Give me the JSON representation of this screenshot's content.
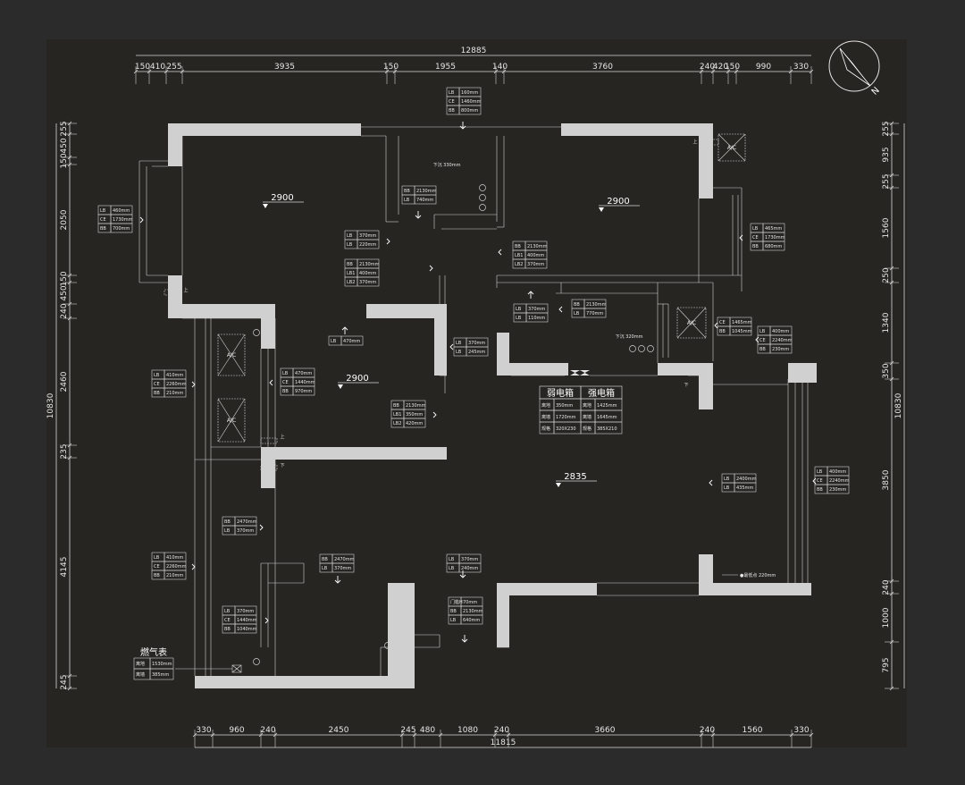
{
  "drawing": {
    "top_total": "12885",
    "top_segments": [
      "150",
      "410",
      "255",
      "3935",
      "150",
      "1955",
      "140",
      "3760",
      "240",
      "420",
      "150",
      "990",
      "330"
    ],
    "bottom_total": "11815",
    "bottom_segments": [
      "330",
      "960",
      "240",
      "2450",
      "245",
      "480",
      "1080",
      "240",
      "3660",
      "240",
      "1560",
      "330"
    ],
    "left_total": "10830",
    "left_segments": [
      "255",
      "450",
      "150",
      "2050",
      "150",
      "450",
      "240",
      "2460",
      "235",
      "4145",
      "245"
    ],
    "right_total": "10830",
    "right_segments": [
      "255",
      "935",
      "255",
      "1560",
      "250",
      "1340",
      "350",
      "3850",
      "240",
      "1000",
      "795"
    ],
    "compass_label": "N",
    "levels": [
      "2900",
      "2900",
      "2900",
      "2835"
    ],
    "notes": {
      "drop_kitchen": "下沉  330mm",
      "drop_bath": "下沉  320mm",
      "floor_point": "●最低点  220mm",
      "up": "上",
      "down": "下"
    },
    "ac_label": "A/C",
    "electric_table": {
      "weak_title": "弱电箱",
      "strong_title": "强电箱",
      "rows": [
        [
          "离地",
          "350mm",
          "离地",
          "1425mm"
        ],
        [
          "离墙",
          "1720mm",
          "离墙",
          "1645mm"
        ],
        [
          "规格",
          "320X230",
          "规格",
          "385X210"
        ]
      ]
    },
    "gas_meter": {
      "title": "燃气表",
      "rows": [
        [
          "离地",
          "1530mm"
        ],
        [
          "离墙",
          "385mm"
        ]
      ]
    },
    "tags": [
      {
        "rows": [
          [
            "LB",
            "160mm"
          ],
          [
            "CE",
            "1460mm"
          ],
          [
            "BB",
            "800mm"
          ]
        ]
      },
      {
        "rows": [
          [
            "LB",
            "460mm"
          ],
          [
            "CE",
            "1730mm"
          ],
          [
            "BB",
            "700mm"
          ]
        ]
      },
      {
        "rows": [
          [
            "BB",
            "2130mm"
          ],
          [
            "LB",
            "740mm"
          ]
        ]
      },
      {
        "rows": [
          [
            "LB",
            "370mm"
          ],
          [
            "LB",
            "220mm"
          ]
        ]
      },
      {
        "rows": [
          [
            "BB",
            "2130mm"
          ],
          [
            "LB1",
            "400mm"
          ],
          [
            "LB2",
            "370mm"
          ]
        ]
      },
      {
        "rows": [
          [
            "BB",
            "2130mm"
          ],
          [
            "LB1",
            "400mm"
          ],
          [
            "LB2",
            "370mm"
          ]
        ]
      },
      {
        "rows": [
          [
            "LB",
            "465mm"
          ],
          [
            "CE",
            "1730mm"
          ],
          [
            "BB",
            "680mm"
          ]
        ]
      },
      {
        "rows": [
          [
            "LB",
            "370mm"
          ],
          [
            "LB",
            "110mm"
          ]
        ]
      },
      {
        "rows": [
          [
            "BB",
            "2130mm"
          ],
          [
            "LB",
            "770mm"
          ]
        ]
      },
      {
        "rows": [
          [
            "CE",
            "1465mm"
          ],
          [
            "BB",
            "1045mm"
          ]
        ]
      },
      {
        "rows": [
          [
            "LB",
            "400mm"
          ],
          [
            "CE",
            "2240mm"
          ],
          [
            "BB",
            "230mm"
          ]
        ]
      },
      {
        "rows": [
          [
            "LB",
            "470mm"
          ]
        ]
      },
      {
        "rows": [
          [
            "LB",
            "370mm"
          ],
          [
            "LB",
            "245mm"
          ]
        ]
      },
      {
        "rows": [
          [
            "LB",
            "410mm"
          ],
          [
            "CE",
            "2260mm"
          ],
          [
            "BB",
            "210mm"
          ]
        ]
      },
      {
        "rows": [
          [
            "LB",
            "470mm"
          ],
          [
            "CE",
            "1440mm"
          ],
          [
            "BB",
            "970mm"
          ]
        ]
      },
      {
        "rows": [
          [
            "BB",
            "2130mm"
          ],
          [
            "LB1",
            "350mm"
          ],
          [
            "LB2",
            "420mm"
          ]
        ]
      },
      {
        "rows": [
          [
            "LB",
            "400mm"
          ],
          [
            "CE",
            "2240mm"
          ],
          [
            "BB",
            "230mm"
          ]
        ]
      },
      {
        "rows": [
          [
            "LB",
            "2400mm"
          ],
          [
            "LB",
            "435mm"
          ]
        ]
      },
      {
        "rows": [
          [
            "BB",
            "2470mm"
          ],
          [
            "LB",
            "370mm"
          ]
        ]
      },
      {
        "rows": [
          [
            "LB",
            "410mm"
          ],
          [
            "CE",
            "2260mm"
          ],
          [
            "BB",
            "210mm"
          ]
        ]
      },
      {
        "rows": [
          [
            "BB",
            "2470mm"
          ],
          [
            "LB",
            "370mm"
          ]
        ]
      },
      {
        "rows": [
          [
            "LB",
            "370mm"
          ],
          [
            "LB",
            "240mm"
          ]
        ]
      },
      {
        "rows": [
          [
            "LB",
            "370mm"
          ],
          [
            "CE",
            "1440mm"
          ],
          [
            "BB",
            "1040mm"
          ]
        ]
      },
      {
        "rows": [
          [
            "门槛H",
            "70mm"
          ],
          [
            "BB",
            "2130mm"
          ],
          [
            "LB",
            "640mm"
          ]
        ]
      }
    ]
  }
}
